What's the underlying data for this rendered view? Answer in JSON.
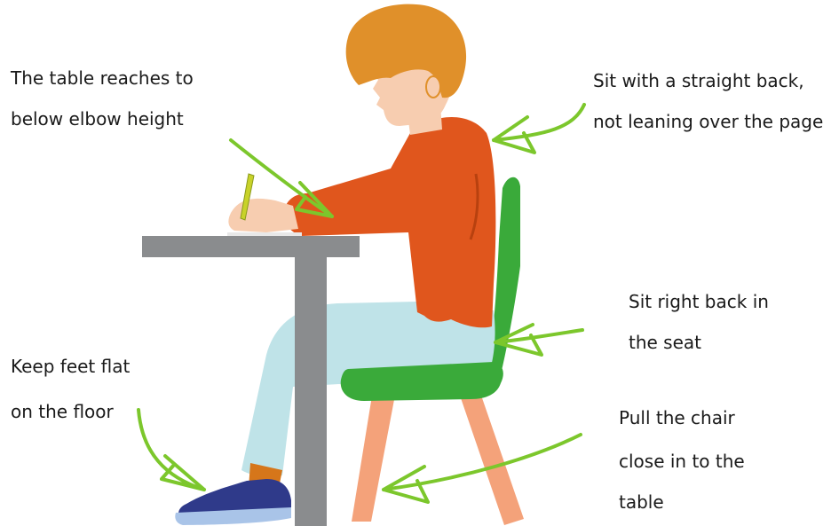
{
  "notes": {
    "table_height": [
      "The table reaches to",
      "below elbow height"
    ],
    "straight_back": [
      "Sit with a straight back,",
      "not leaning over the page"
    ],
    "back_in_seat": [
      "Sit right back in",
      "the seat"
    ],
    "feet_flat": [
      "Keep feet flat",
      "on the floor"
    ],
    "chair_close": [
      "Pull the chair",
      "close in to the",
      "table"
    ]
  },
  "colors": {
    "hair": "#e0902a",
    "skin": "#f7cdb0",
    "shirt": "#e0561d",
    "trousers": "#bfe3e8",
    "sock": "#d6761a",
    "shoe": "#2f3a8a",
    "sole": "#a9c4e8",
    "table": "#8a8c8e",
    "chair_seat": "#3aaa3a",
    "chair_legs": "#f4a27a",
    "arrow": "#7cc72c",
    "pencil": "#c8d22a"
  }
}
